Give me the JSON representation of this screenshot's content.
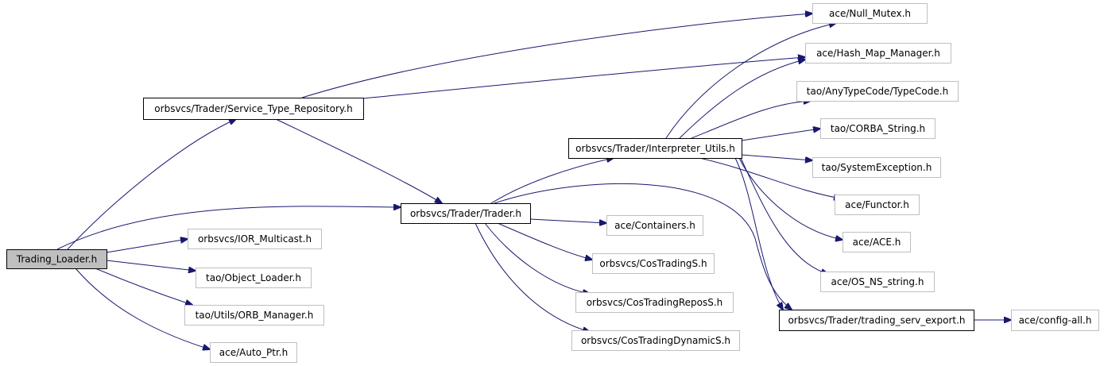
{
  "colors": {
    "background": "#ffffff",
    "edge": "#191970",
    "root_fill": "#bfbfbf",
    "root_border": "#000000",
    "documented_border": "#000000",
    "external_border": "#bfbfbf",
    "node_fill": "#ffffff"
  },
  "nodes": [
    {
      "id": "trading_loader",
      "label": "Trading_Loader.h",
      "kind": "root"
    },
    {
      "id": "service_type_repo",
      "label": "orbsvcs/Trader/Service_Type_Repository.h",
      "kind": "documented"
    },
    {
      "id": "trader",
      "label": "orbsvcs/Trader/Trader.h",
      "kind": "documented"
    },
    {
      "id": "interpreter_utils",
      "label": "orbsvcs/Trader/Interpreter_Utils.h",
      "kind": "documented"
    },
    {
      "id": "trading_serv_export",
      "label": "orbsvcs/Trader/trading_serv_export.h",
      "kind": "documented"
    },
    {
      "id": "ior_multicast",
      "label": "orbsvcs/IOR_Multicast.h",
      "kind": "external"
    },
    {
      "id": "object_loader",
      "label": "tao/Object_Loader.h",
      "kind": "external"
    },
    {
      "id": "orb_manager",
      "label": "tao/Utils/ORB_Manager.h",
      "kind": "external"
    },
    {
      "id": "auto_ptr",
      "label": "ace/Auto_Ptr.h",
      "kind": "external"
    },
    {
      "id": "null_mutex",
      "label": "ace/Null_Mutex.h",
      "kind": "external"
    },
    {
      "id": "hash_map_manager",
      "label": "ace/Hash_Map_Manager.h",
      "kind": "external"
    },
    {
      "id": "typecode",
      "label": "tao/AnyTypeCode/TypeCode.h",
      "kind": "external"
    },
    {
      "id": "corba_string",
      "label": "tao/CORBA_String.h",
      "kind": "external"
    },
    {
      "id": "system_exception",
      "label": "tao/SystemException.h",
      "kind": "external"
    },
    {
      "id": "functor",
      "label": "ace/Functor.h",
      "kind": "external"
    },
    {
      "id": "ace_h",
      "label": "ace/ACE.h",
      "kind": "external"
    },
    {
      "id": "os_ns_string",
      "label": "ace/OS_NS_string.h",
      "kind": "external"
    },
    {
      "id": "containers",
      "label": "ace/Containers.h",
      "kind": "external"
    },
    {
      "id": "cos_trading_s",
      "label": "orbsvcs/CosTradingS.h",
      "kind": "external"
    },
    {
      "id": "cos_trading_repos_s",
      "label": "orbsvcs/CosTradingReposS.h",
      "kind": "external"
    },
    {
      "id": "cos_trading_dynamic_s",
      "label": "orbsvcs/CosTradingDynamicS.h",
      "kind": "external"
    },
    {
      "id": "config_all",
      "label": "ace/config-all.h",
      "kind": "external"
    }
  ],
  "edges": [
    {
      "from": "trading_loader",
      "to": "service_type_repo"
    },
    {
      "from": "trading_loader",
      "to": "trader"
    },
    {
      "from": "trading_loader",
      "to": "ior_multicast"
    },
    {
      "from": "trading_loader",
      "to": "object_loader"
    },
    {
      "from": "trading_loader",
      "to": "orb_manager"
    },
    {
      "from": "trading_loader",
      "to": "auto_ptr"
    },
    {
      "from": "service_type_repo",
      "to": "null_mutex"
    },
    {
      "from": "service_type_repo",
      "to": "hash_map_manager"
    },
    {
      "from": "service_type_repo",
      "to": "trader"
    },
    {
      "from": "trader",
      "to": "interpreter_utils"
    },
    {
      "from": "trader",
      "to": "containers"
    },
    {
      "from": "trader",
      "to": "cos_trading_s"
    },
    {
      "from": "trader",
      "to": "cos_trading_repos_s"
    },
    {
      "from": "trader",
      "to": "cos_trading_dynamic_s"
    },
    {
      "from": "trader",
      "to": "trading_serv_export"
    },
    {
      "from": "interpreter_utils",
      "to": "null_mutex"
    },
    {
      "from": "interpreter_utils",
      "to": "hash_map_manager"
    },
    {
      "from": "interpreter_utils",
      "to": "typecode"
    },
    {
      "from": "interpreter_utils",
      "to": "corba_string"
    },
    {
      "from": "interpreter_utils",
      "to": "system_exception"
    },
    {
      "from": "interpreter_utils",
      "to": "functor"
    },
    {
      "from": "interpreter_utils",
      "to": "ace_h"
    },
    {
      "from": "interpreter_utils",
      "to": "os_ns_string"
    },
    {
      "from": "interpreter_utils",
      "to": "trading_serv_export"
    },
    {
      "from": "trading_serv_export",
      "to": "config_all"
    }
  ]
}
